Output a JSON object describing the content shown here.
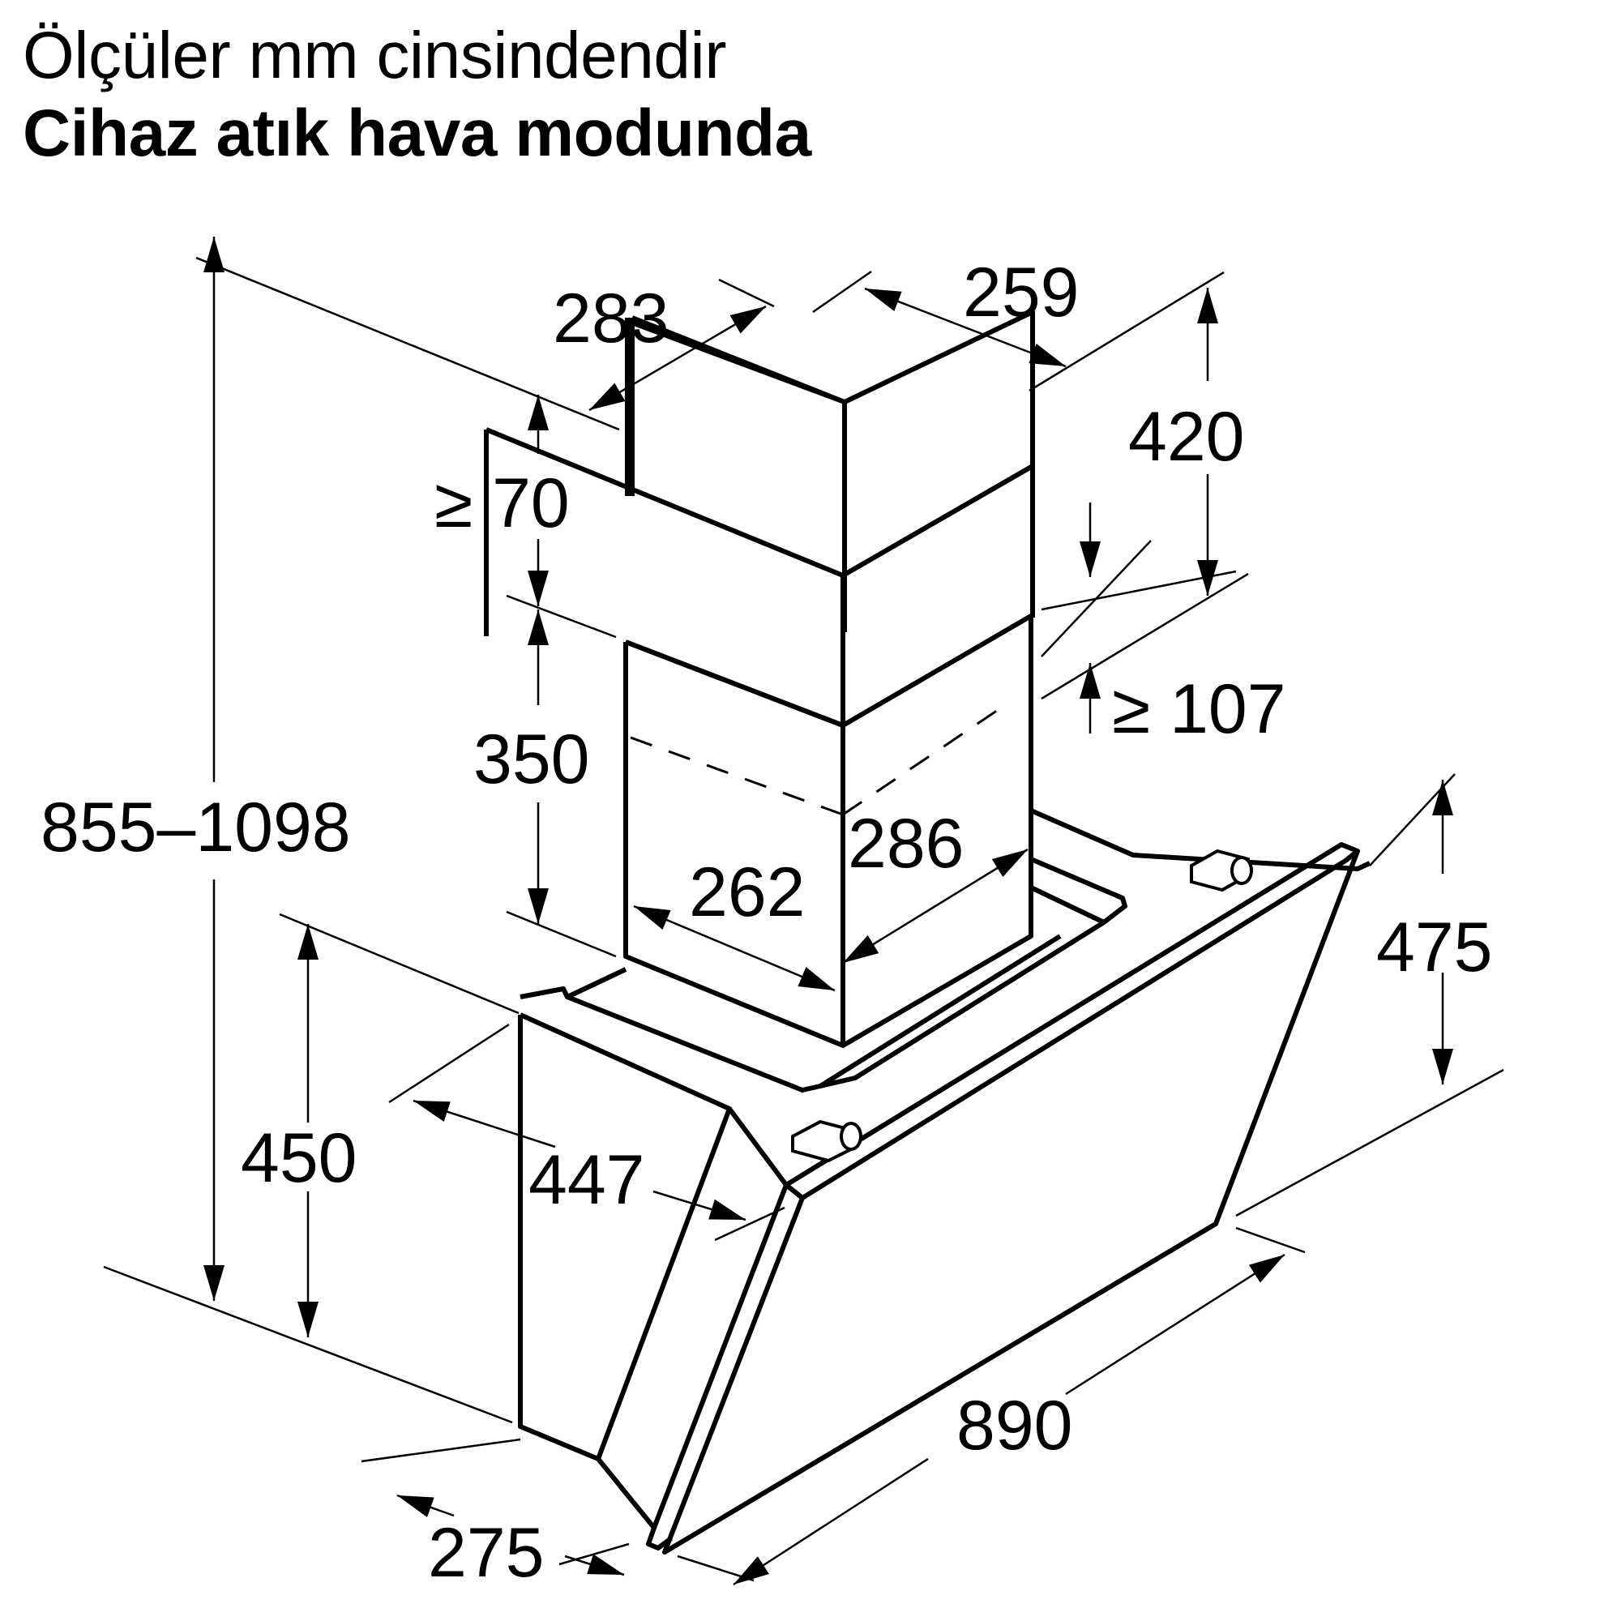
{
  "header": {
    "units_note": "Ölçüler mm cinsindendir",
    "mode_title": "Cihaz atık hava modunda"
  },
  "diagram": {
    "subject": "wall-mounted angled cooker hood with telescopic chimney",
    "dimensions": {
      "chimney_depth": "283",
      "chimney_width_top": "259",
      "upper_chimney_height": "420",
      "ceiling_gap": "≥ 70",
      "lower_chimney_height": "350",
      "ceiling_clearance": "≥ 107",
      "total_height": "855–1098",
      "lower_chimney_width": "262",
      "lower_chimney_depth": "286",
      "side_height": "475",
      "hood_body_height": "450",
      "hood_depth": "447",
      "hood_bottom_depth": "275",
      "hood_width": "890"
    }
  }
}
